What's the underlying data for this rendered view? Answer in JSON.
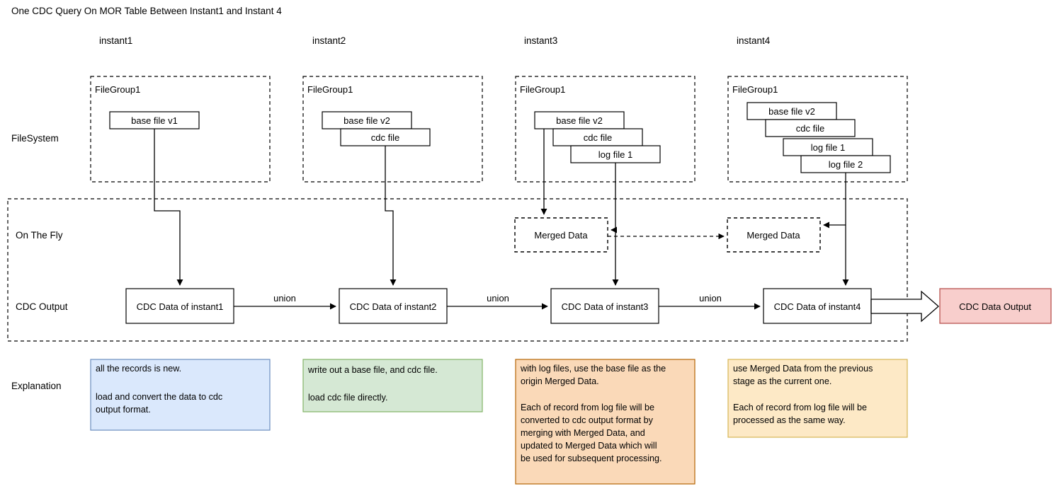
{
  "title": "One CDC Query On MOR Table Between Instant1 and Instant 4",
  "columns": [
    {
      "label": "instant1"
    },
    {
      "label": "instant2"
    },
    {
      "label": "instant3"
    },
    {
      "label": "instant4"
    }
  ],
  "row_labels": {
    "filesystem": "FileSystem",
    "on_the_fly": "On The Fly",
    "cdc_output": "CDC Output",
    "explanation": "Explanation"
  },
  "file_groups": [
    {
      "label": "FileGroup1",
      "files": [
        "base file v1"
      ]
    },
    {
      "label": "FileGroup1",
      "files": [
        "base file v2",
        "cdc file"
      ]
    },
    {
      "label": "FileGroup1",
      "files": [
        "base file v2",
        "cdc file",
        "log file 1"
      ]
    },
    {
      "label": "FileGroup1",
      "files": [
        "base file v2",
        "cdc file",
        "log file 1",
        "log file 2"
      ]
    }
  ],
  "merged_data": [
    {
      "label": "Merged Data"
    },
    {
      "label": "Merged Data"
    }
  ],
  "cdc_nodes": [
    {
      "label": "CDC Data of instant1"
    },
    {
      "label": "CDC Data of instant2"
    },
    {
      "label": "CDC Data of instant3"
    },
    {
      "label": "CDC Data of instant4"
    }
  ],
  "union_labels": [
    "union",
    "union",
    "union"
  ],
  "output_node": {
    "label": "CDC Data Output",
    "fill": "#f8cecc",
    "stroke": "#b85450"
  },
  "explanations": [
    {
      "fill": "#dae8fc",
      "stroke": "#6c8ebf",
      "lines": [
        "all the records is new.",
        "",
        "load and convert the data to cdc",
        "output format."
      ]
    },
    {
      "fill": "#d5e8d4",
      "stroke": "#82b366",
      "lines": [
        "write out a base file, and cdc file.",
        "",
        "load cdc file directly."
      ]
    },
    {
      "fill": "#fad9b8",
      "stroke": "#b46504",
      "lines": [
        "with log files, use the base file as the",
        "origin Merged Data.",
        "",
        "Each of record from log file will be",
        "converted to cdc output format by",
        "merging with Merged Data, and",
        "updated to Merged Data which will",
        "be used for subsequent processing."
      ]
    },
    {
      "fill": "#fde9c6",
      "stroke": "#d6b656",
      "lines": [
        "use Merged Data from the previous",
        "stage as the current one.",
        "",
        "Each of record from log file will be",
        "processed as the same way."
      ]
    }
  ]
}
